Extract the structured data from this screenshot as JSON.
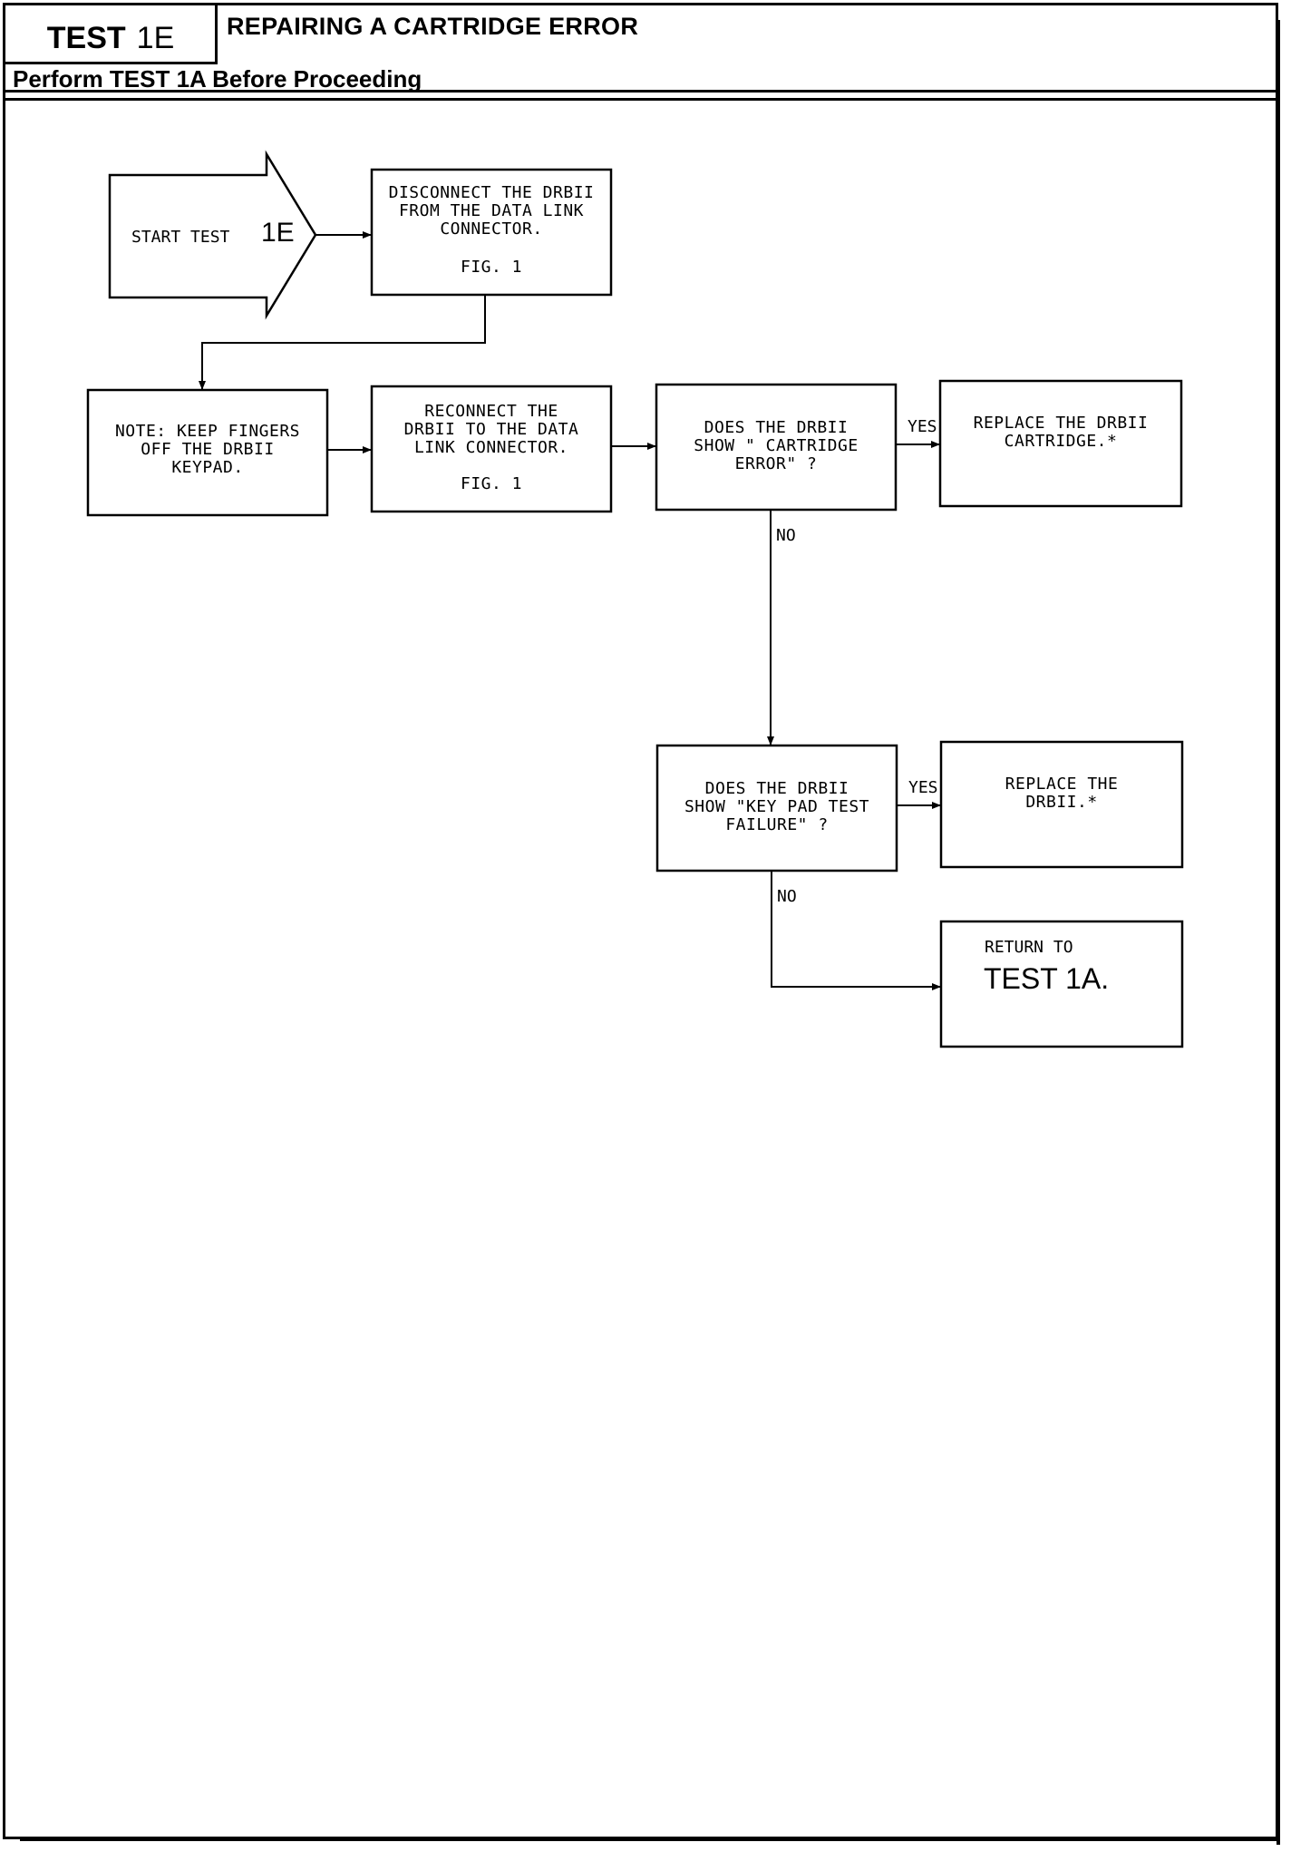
{
  "header": {
    "test_word": "TEST",
    "test_number": "1E",
    "title": "REPAIRING A CARTRIDGE ERROR",
    "subtitle": "Perform TEST 1A Before Proceeding"
  },
  "flowchart": {
    "start": {
      "text": "START TEST",
      "number": "1E"
    },
    "disconnect": {
      "text": "DISCONNECT THE DRBII\nFROM THE DATA LINK\nCONNECTOR.",
      "fig": "FIG. 1"
    },
    "note": {
      "text": "NOTE: KEEP FINGERS\nOFF THE DRBII\nKEYPAD."
    },
    "reconnect": {
      "text": "RECONNECT THE\nDRBII TO THE DATA\nLINK CONNECTOR.",
      "fig": "FIG. 1"
    },
    "question_cartridge": {
      "text": "DOES THE DRBII\nSHOW \" CARTRIDGE\nERROR\" ?"
    },
    "replace_cartridge": {
      "text": "REPLACE THE DRBII\nCARTRIDGE.*"
    },
    "question_keypad": {
      "text": "DOES THE DRBII\nSHOW \"KEY PAD TEST\nFAILURE\" ?"
    },
    "replace_drbii": {
      "text": "REPLACE THE\nDRBII.*"
    },
    "return": {
      "text": "RETURN TO",
      "target": "TEST 1A."
    },
    "labels": {
      "yes1": "YES",
      "no1": "NO",
      "yes2": "YES",
      "no2": "NO"
    }
  }
}
